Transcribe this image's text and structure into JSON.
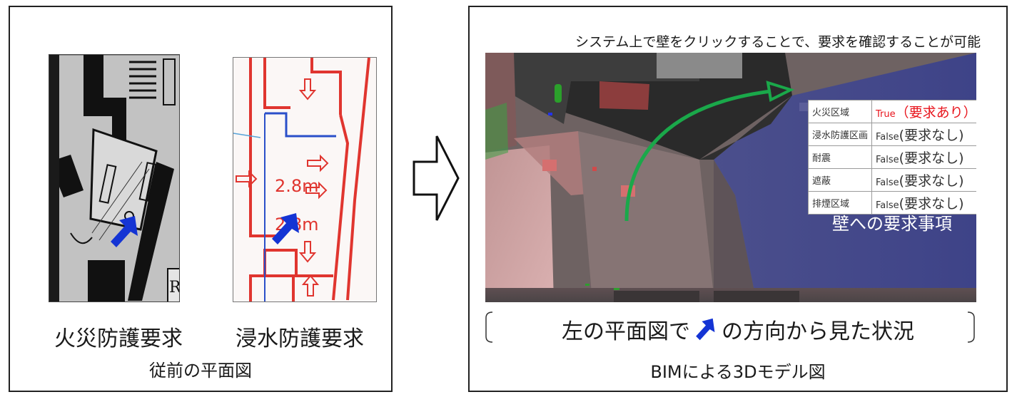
{
  "left_panel": {
    "fire_caption": "火災防護要求",
    "flood_caption": "浸水防護要求",
    "footer": "従前の平面図",
    "flood_plan_labels": [
      "2.8m",
      "2.8m"
    ],
    "fire_plan_label": "R"
  },
  "right_panel": {
    "top_note": "システム上で壁をクリックすることで、要求を確認することが可能",
    "table": [
      {
        "key": "火災区域",
        "value": "True",
        "note": "（要求あり）",
        "highlight": true
      },
      {
        "key": "浸水防護区画",
        "value": "False",
        "note": "(要求なし)",
        "highlight": false
      },
      {
        "key": "耐震",
        "value": "False",
        "note": "(要求なし)",
        "highlight": false
      },
      {
        "key": "遮蔽",
        "value": "False",
        "note": "(要求なし)",
        "highlight": false
      },
      {
        "key": "排煙区域",
        "value": "False",
        "note": "(要求なし)",
        "highlight": false
      }
    ],
    "wall_requirement_label": "壁への要求事項",
    "caption_before": "左の平面図で",
    "caption_after": "の方向から見た状況",
    "footer": "BIMによる3Dモデル図"
  },
  "icons": {
    "plan_arrow": "blue-arrow-icon",
    "transition_arrow": "hollow-right-arrow-icon",
    "model_arrow": "green-curved-arrow-icon"
  },
  "colors": {
    "blue_arrow": "#1434d4",
    "green_arrow": "#1aa84a",
    "red_plan": "#e0352f",
    "highlight": "#e8141c"
  }
}
